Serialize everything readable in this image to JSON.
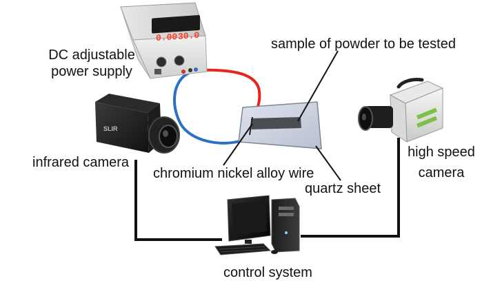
{
  "labels": {
    "power_supply_line1": "DC adjustable",
    "power_supply_line2": "power supply",
    "sample": "sample of powder to be tested",
    "infrared_camera": "infrared camera",
    "wire": "chromium nickel alloy wire",
    "quartz": "quartz sheet",
    "high_speed_line1": "high speed",
    "high_speed_line2": "camera",
    "control_system": "control system"
  },
  "power_supply_display": {
    "left": "0.00",
    "right": "30.0"
  },
  "infrared_camera_brand": "SLIR",
  "colors": {
    "positive_lead": "#e52520",
    "negative_lead": "#2a6fc8",
    "signal_cable": "#111111",
    "display_digits": "#ff3a2a"
  }
}
